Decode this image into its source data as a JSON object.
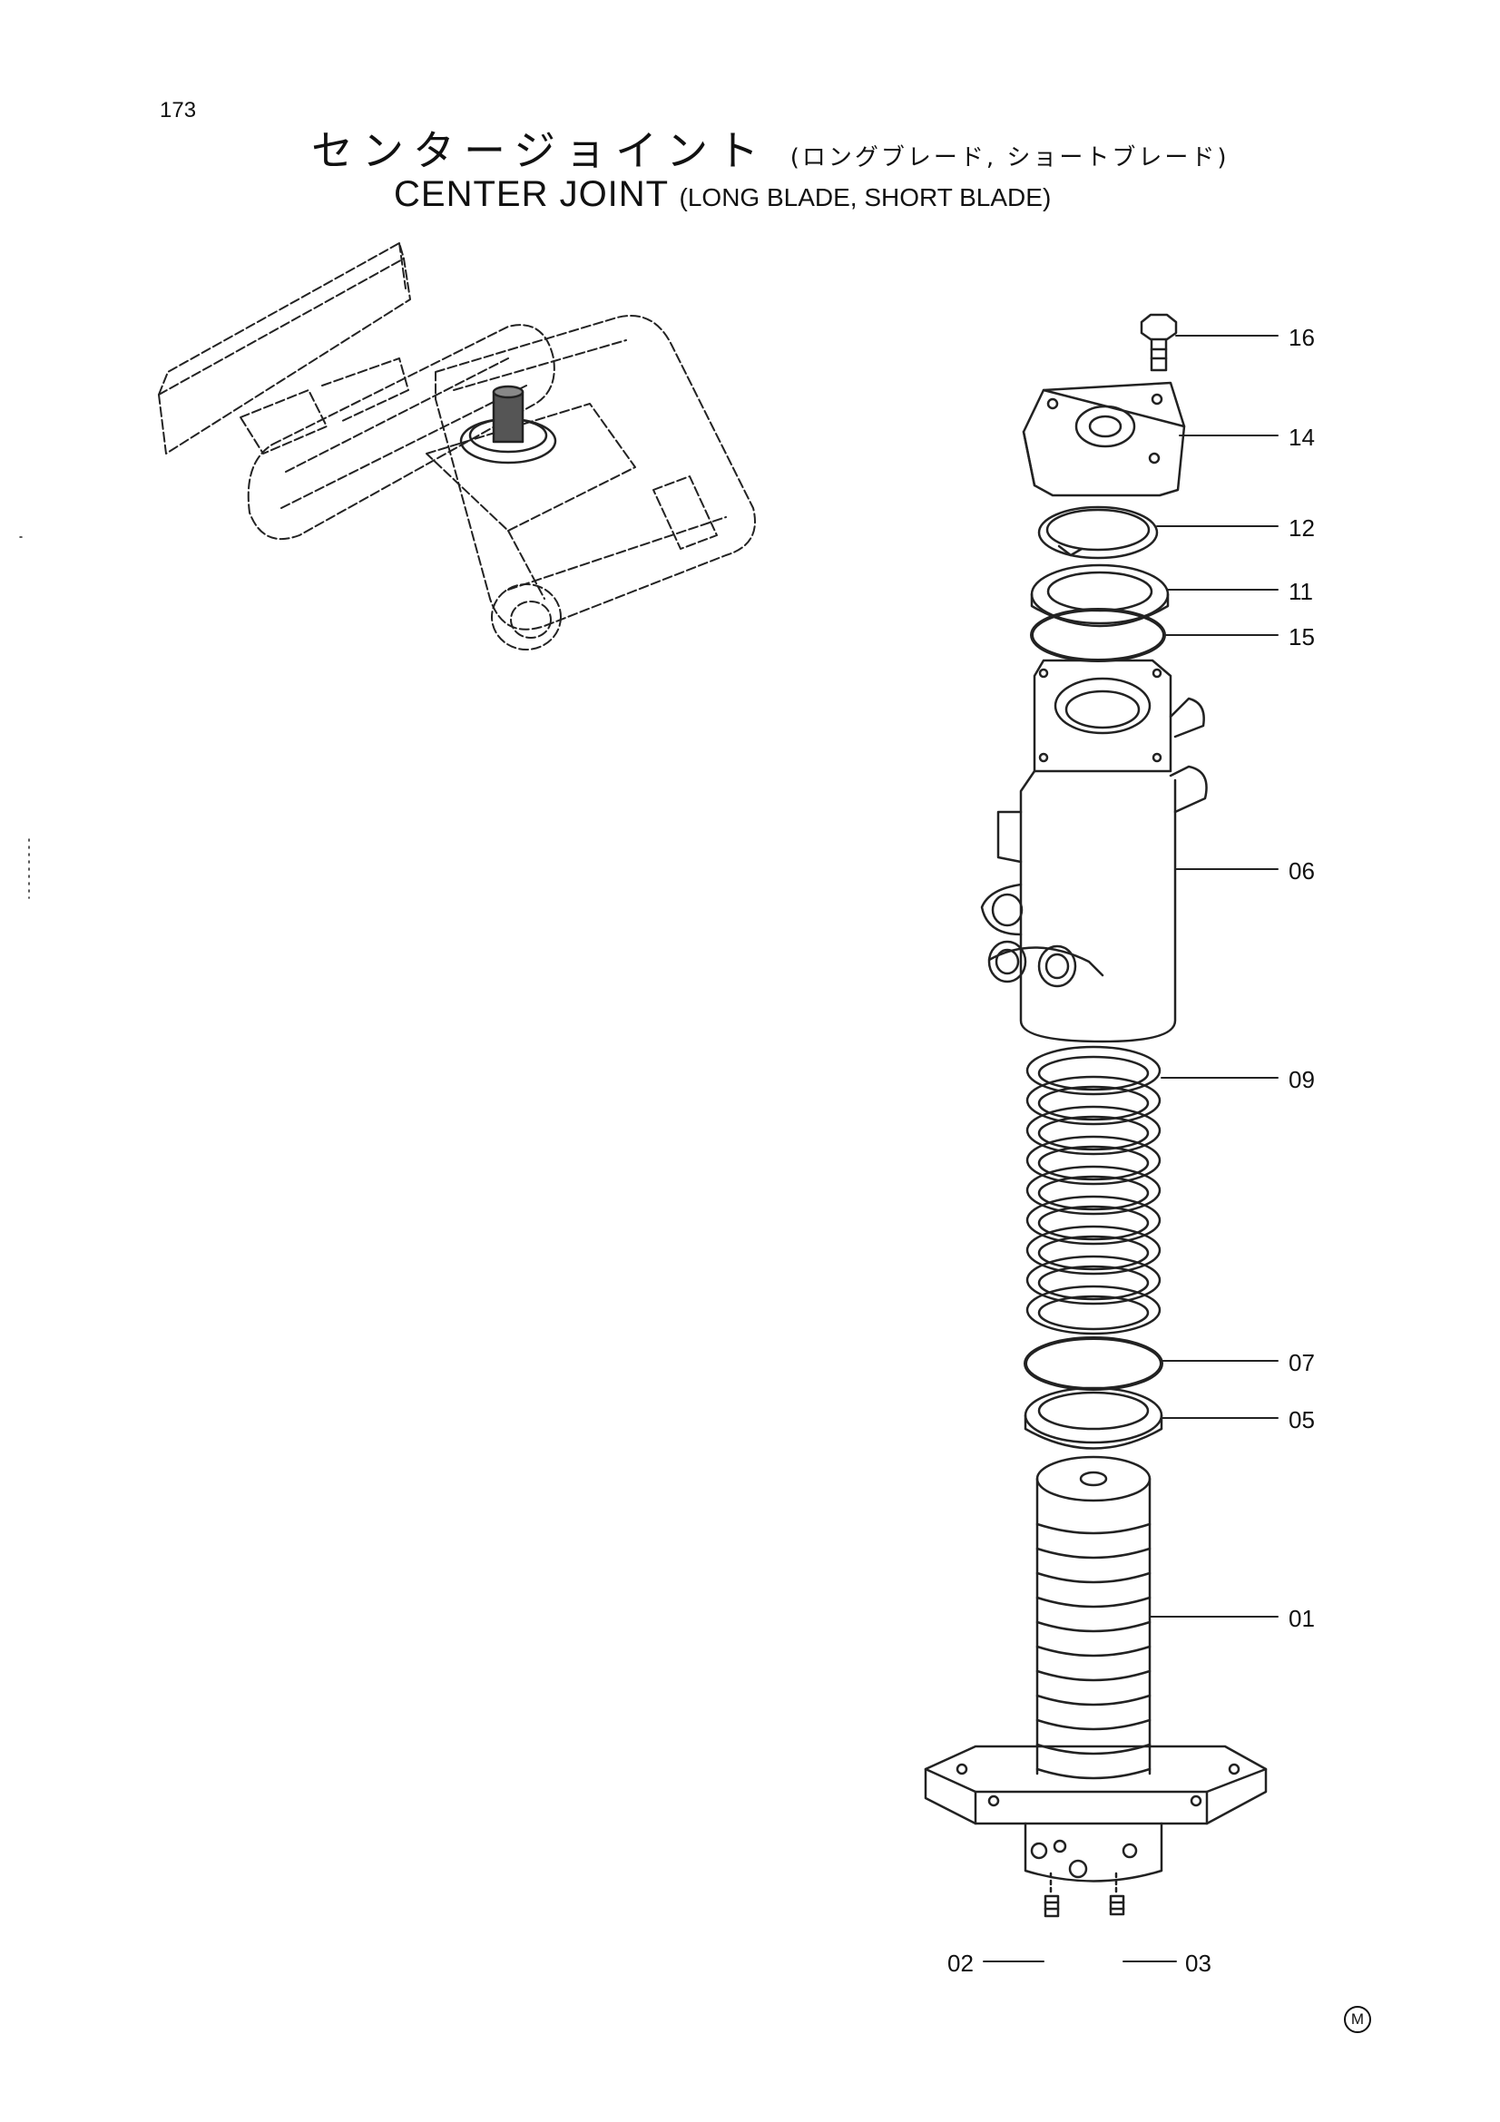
{
  "page": {
    "number": "173"
  },
  "title": {
    "jp_main": "センタージョイント",
    "jp_sub": "(ロングブレード, ショートブレード)",
    "en_main": "CENTER JOINT",
    "en_sub": "(LONG BLADE, SHORT BLADE)"
  },
  "callouts": [
    "16",
    "14",
    "12",
    "11",
    "15",
    "06",
    "09",
    "07",
    "05",
    "01",
    "02",
    "03"
  ],
  "mark": "M"
}
